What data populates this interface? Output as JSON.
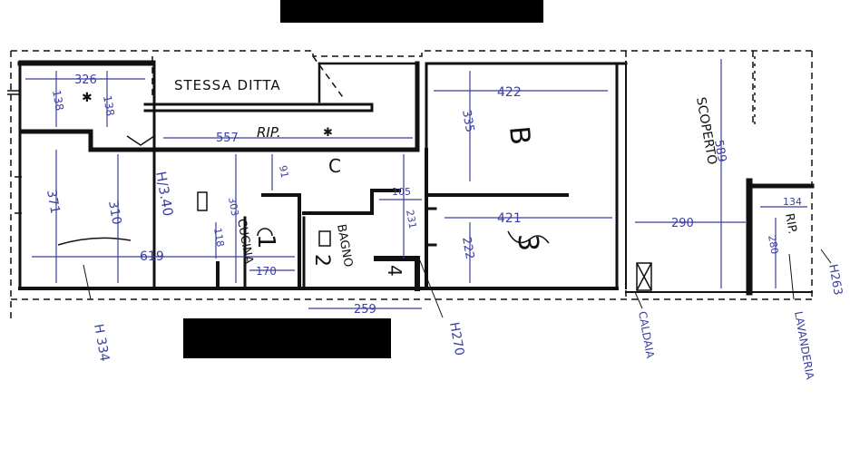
{
  "plan": {
    "colors": {
      "wall": "#111111",
      "dimension": "#3a3fa0",
      "redaction": "#000000",
      "background": "#ffffff"
    },
    "rooms": {
      "stessa_ditta": "STESSA DITTA",
      "rip_top": "RIP.",
      "cucina": "CUCINA",
      "bagno": "BAGNO",
      "scoperto": "SCOPERTO",
      "rip_right": "RIP.",
      "letter_c": "C",
      "letter_b": "B",
      "number_1": "1",
      "number_2": "2",
      "number_3": "3",
      "number_4": "4"
    },
    "dimensions": {
      "d326": "326",
      "d138a": "138",
      "d138b": "138",
      "d557": "557",
      "d371": "371",
      "d310": "310",
      "d619": "619",
      "d303": "303",
      "d118": "118",
      "d170": "170",
      "d91": "91",
      "d105": "105",
      "d231": "231",
      "d422": "422",
      "d335": "335",
      "d421": "421",
      "d222": "222",
      "d259": "259",
      "d589": "589",
      "d290": "290",
      "d134": "134",
      "d280": "280",
      "h340": "H/3.40"
    },
    "annotations": {
      "h334": "H 334",
      "h270": "H270",
      "caldaia": "CALDAIA",
      "h263": "H263",
      "lavanderia": "LAVANDERIA"
    }
  }
}
